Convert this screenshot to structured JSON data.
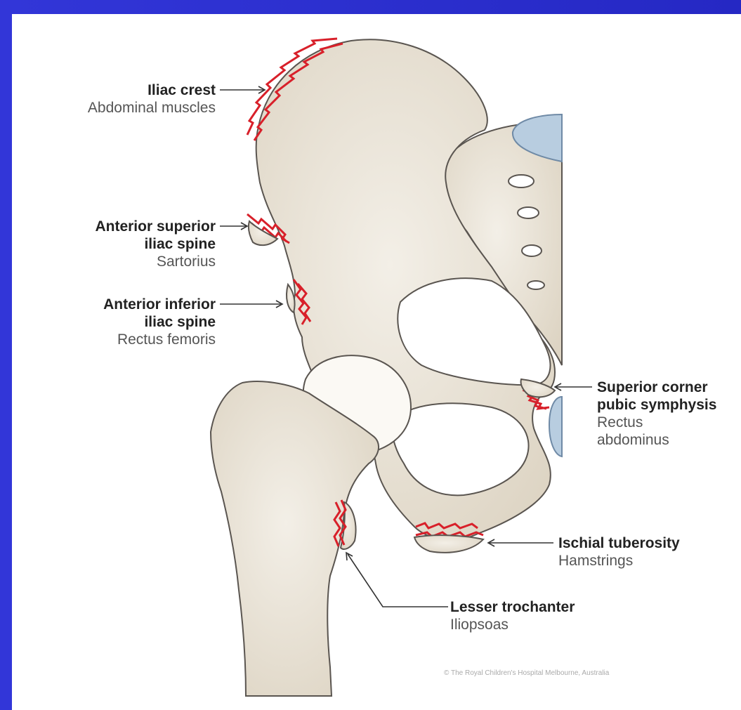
{
  "labels": {
    "iliac_crest": {
      "name": "Iliac crest",
      "muscle": "Abdominal muscles"
    },
    "asis": {
      "name_line1": "Anterior superior",
      "name_line2": "iliac spine",
      "muscle": "Sartorius"
    },
    "aiis": {
      "name_line1": "Anterior inferior",
      "name_line2": "iliac spine",
      "muscle": "Rectus femoris"
    },
    "pubic": {
      "name_line1": "Superior corner",
      "name_line2": "pubic symphysis",
      "muscle_line1": "Rectus",
      "muscle_line2": "abdominus"
    },
    "ischial": {
      "name": "Ischial tuberosity",
      "muscle": "Hamstrings"
    },
    "lesser_trochanter": {
      "name": "Lesser trochanter",
      "muscle": "Iliopsoas"
    }
  },
  "credit": "© The Royal Children's Hospital Melbourne, Australia",
  "colors": {
    "background": "#2a2fd0",
    "bone": "#e8e1d4",
    "bone_outline": "#5a5550",
    "fracture": "#d8202a",
    "disc": "#b8cde0"
  }
}
